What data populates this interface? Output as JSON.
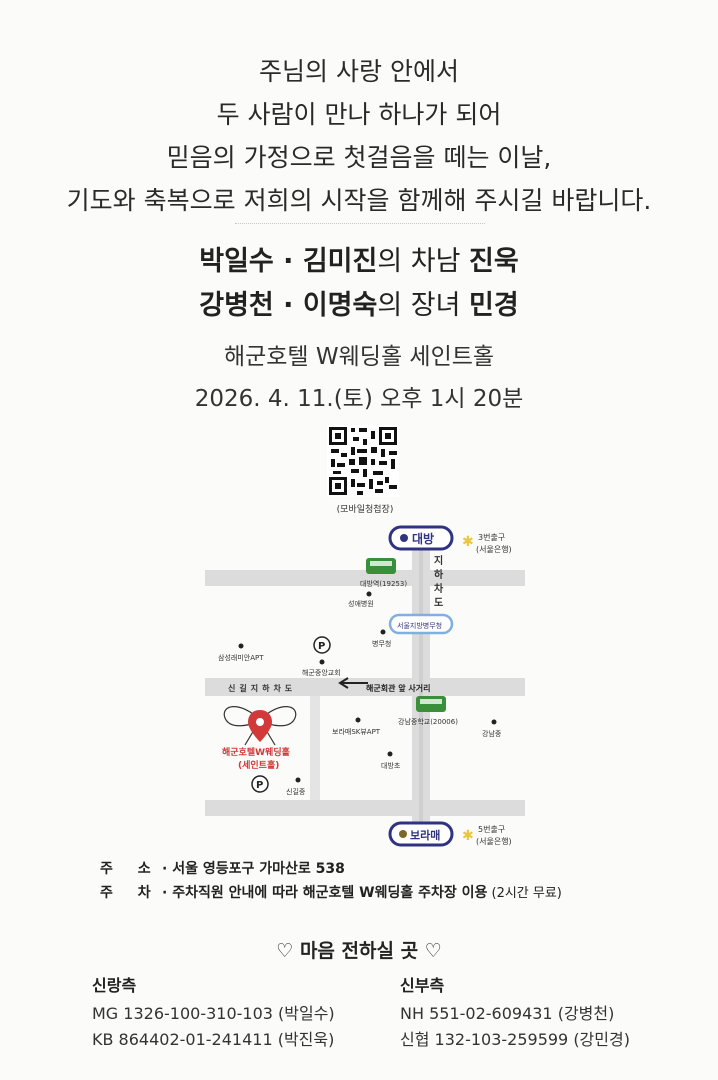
{
  "intro": [
    "주님의 사랑 안에서",
    "두 사람이 만나 하나가 되어",
    "믿음의 가정으로 첫걸음을 떼는 이날,",
    "기도와 축복으로 저희의 시작을 함께해 주시길 바랍니다."
  ],
  "groom_line": {
    "parents": "박일수 · 김미진",
    "relation": "의 차남 ",
    "name": "진욱"
  },
  "bride_line": {
    "parents": "강병천 · 이명숙",
    "relation": "의 장녀 ",
    "name": "민경"
  },
  "venue": "해군호텔 W웨딩홀 세인트홀",
  "datetime": "2026. 4. 11.(토) 오후 1시 20분",
  "qr_caption": "(모바일청첩장)",
  "map": {
    "station_top": "대방",
    "station_bottom": "보라매",
    "exit_top": "3번출구",
    "exit_top_sub": "(서울은행)",
    "exit_bottom": "5번출구",
    "exit_bottom_sub": "(서울은행)",
    "subway_label": "지하차도",
    "bus_top": "대방역(19253)",
    "bus_bottom": "강남중학교(20006)",
    "post_office": "서울지방병무청",
    "place_1": "성애병원",
    "place_2": "병무청",
    "place_3": "삼성래미안APT",
    "place_4": "해군중앙교회",
    "place_5": "보라매SK뷰APT",
    "place_6": "대방초",
    "place_7": "강남중",
    "place_8": "신길중",
    "road_label": "신길지하차도",
    "crossroad": "해군회관 앞 사거리",
    "hotel_1": "해군호텔W웨딩홀",
    "hotel_2": "(세인트홀)",
    "parking": "P",
    "colors": {
      "road": "#dcdcdc",
      "line": "#2f3380",
      "accent": "#d23a3a",
      "bus": "#3a8f3a",
      "sky": "#7fb0e0"
    }
  },
  "address": {
    "label": "주 소",
    "value": "· 서울 영등포구 가마산로 538"
  },
  "parking": {
    "label": "주 차",
    "value": "· 주차직원 안내에 따라 해군호텔 W웨딩홀 주차장 이용",
    "note": " (2시간 무료)"
  },
  "heart_title": "마음 전하실 곳",
  "groom_side": {
    "title": "신랑측",
    "accounts": [
      "MG 1326-100-310-103 (박일수)",
      "KB 864402-01-241411 (박진욱)"
    ]
  },
  "bride_side": {
    "title": "신부측",
    "accounts": [
      "NH 551-02-609431 (강병천)",
      "신협 132-103-259599 (강민경)"
    ]
  }
}
